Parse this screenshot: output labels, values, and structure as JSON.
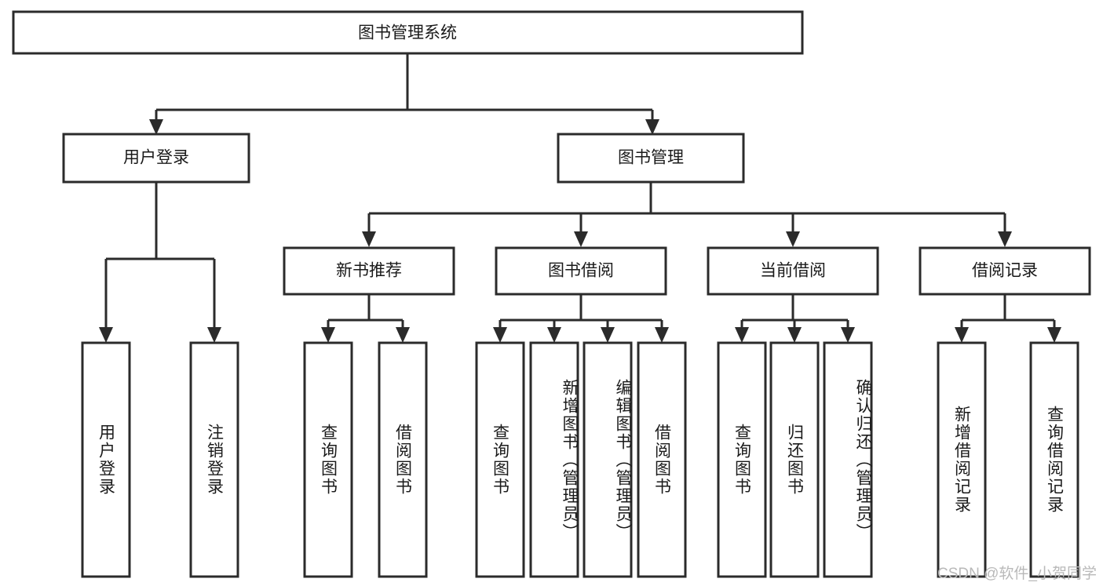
{
  "diagram": {
    "title": "图书管理系统",
    "type": "hierarchy-tree",
    "watermark": "CSDN @软件_小贺同学",
    "colors": {
      "box_stroke": "#2b2b2b",
      "box_fill": "#ffffff",
      "text": "#1a1a1a",
      "background": "#ffffff",
      "watermark": "#b9b9b9"
    },
    "levels": [
      {
        "level": 1,
        "nodes": [
          {
            "id": "root",
            "label": "图书管理系统",
            "orientation": "horizontal"
          }
        ]
      },
      {
        "level": 2,
        "nodes": [
          {
            "id": "login",
            "label": "用户登录",
            "orientation": "horizontal",
            "parent": "root"
          },
          {
            "id": "bookmgmt",
            "label": "图书管理",
            "orientation": "horizontal",
            "parent": "root"
          }
        ]
      },
      {
        "level": 3,
        "nodes": [
          {
            "id": "newbook",
            "label": "新书推荐",
            "orientation": "horizontal",
            "parent": "bookmgmt"
          },
          {
            "id": "borrow",
            "label": "图书借阅",
            "orientation": "horizontal",
            "parent": "bookmgmt"
          },
          {
            "id": "current",
            "label": "当前借阅",
            "orientation": "horizontal",
            "parent": "bookmgmt"
          },
          {
            "id": "records",
            "label": "借阅记录",
            "orientation": "horizontal",
            "parent": "bookmgmt"
          }
        ]
      },
      {
        "level": 4,
        "nodes": [
          {
            "id": "leaf1",
            "label": "用户登录",
            "orientation": "vertical",
            "parent": "login"
          },
          {
            "id": "leaf2",
            "label": "注销登录",
            "orientation": "vertical",
            "parent": "login"
          },
          {
            "id": "leaf3",
            "label": "查询图书",
            "orientation": "vertical",
            "parent": "newbook"
          },
          {
            "id": "leaf4",
            "label": "借阅图书",
            "orientation": "vertical",
            "parent": "newbook"
          },
          {
            "id": "leaf5",
            "label": "查询图书",
            "orientation": "vertical",
            "parent": "borrow"
          },
          {
            "id": "leaf6",
            "label": "新增图书（管理员）",
            "orientation": "vertical",
            "parent": "borrow"
          },
          {
            "id": "leaf7",
            "label": "编辑图书（管理员）",
            "orientation": "vertical",
            "parent": "borrow"
          },
          {
            "id": "leaf8",
            "label": "借阅图书",
            "orientation": "vertical",
            "parent": "borrow"
          },
          {
            "id": "leaf9",
            "label": "查询图书",
            "orientation": "vertical",
            "parent": "current"
          },
          {
            "id": "leaf10",
            "label": "归还图书",
            "orientation": "vertical",
            "parent": "current"
          },
          {
            "id": "leaf11",
            "label": "确认归还（管理员）",
            "orientation": "vertical",
            "parent": "current"
          },
          {
            "id": "leaf12",
            "label": "新增借阅记录",
            "orientation": "vertical",
            "parent": "records"
          },
          {
            "id": "leaf13",
            "label": "查询借阅记录",
            "orientation": "vertical",
            "parent": "records"
          }
        ]
      }
    ]
  }
}
